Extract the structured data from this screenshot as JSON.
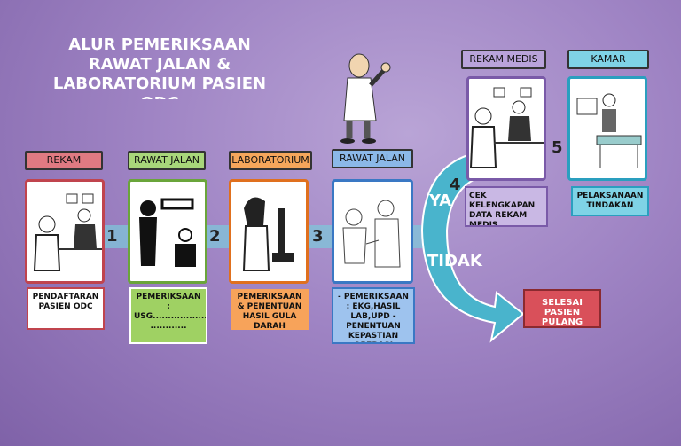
{
  "title": "ALUR PEMERIKSAAN RAWAT JALAN & LABORATORIUM PASIEN ODC",
  "steps": [
    {
      "label": "REKAM",
      "desc": "PENDAFTARAN PASIEN ODC",
      "label_color": "#e07a82",
      "border_color": "#c0444e",
      "desc_bg": "#ffffff"
    },
    {
      "label": "RAWAT JALAN",
      "num": "1",
      "desc": "PEMERIKSAAN : USG..........................., ............",
      "label_color": "#a8d67a",
      "border_color": "#6aa53a",
      "desc_bg": "#9fd163"
    },
    {
      "label": "LABORATORIUM",
      "num": "2",
      "desc": "PEMERIKSAAN & PENENTUAN HASIL GULA DARAH",
      "label_color": "#f5a65b",
      "border_color": "#e0701e",
      "desc_bg": "#f7a35a"
    },
    {
      "label": "RAWAT JALAN",
      "num": "3",
      "desc": "- PEMERIKSAAN : EKG,HASIL LAB,UPD - PENENTUAN KEPASTIAN OPERASI",
      "label_color": "#8bb8e8",
      "border_color": "#3a78c4",
      "desc_bg": "#9ec3ee"
    }
  ],
  "branch": {
    "ya": "YA",
    "tidak": "TIDAK",
    "num4": "4",
    "num5": "5",
    "rekam_medis": {
      "label": "REKAM MEDIS",
      "desc": "CEK KELENGKAPAN DATA REKAM MEDIS MENGANTAR"
    },
    "kamar": {
      "label": "KAMAR",
      "desc": "PELAKSANAAN TINDAKAN"
    },
    "selesai": "SELESAI PASIEN PULANG"
  },
  "colors": {
    "arrow": "#49b4cc",
    "rekam_medis_label": "#b9a3da",
    "kamar_label": "#7fd3e6",
    "selesai_bg": "#d9505a"
  }
}
